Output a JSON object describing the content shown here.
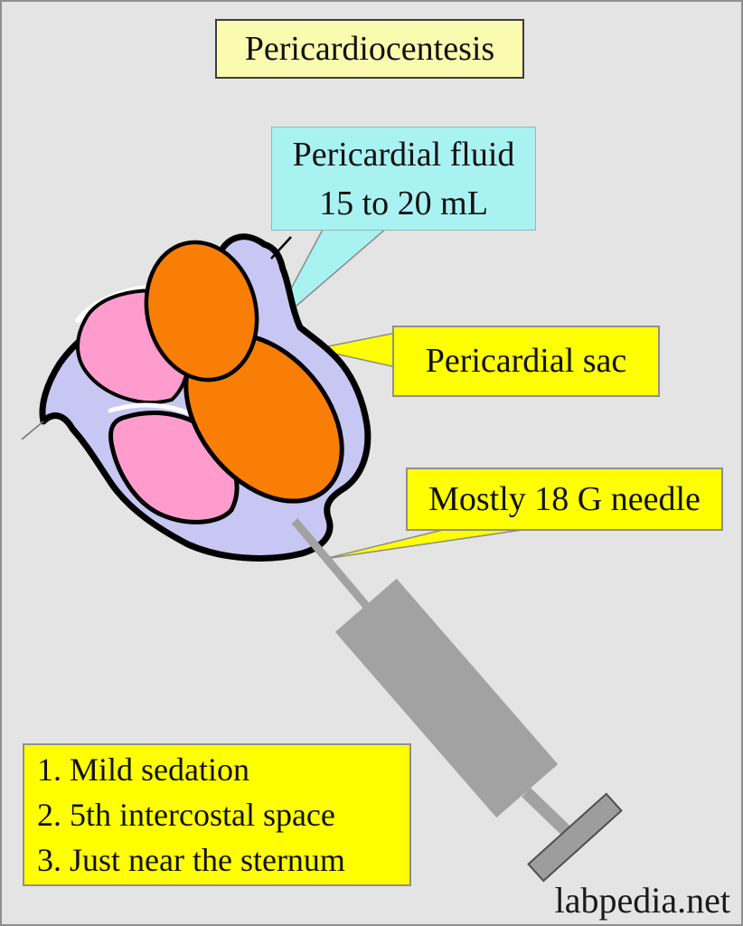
{
  "title": "Pericardiocentesis",
  "callouts": {
    "fluid": {
      "line1": "Pericardial fluid",
      "line2": "15 to 20 mL"
    },
    "sac": {
      "label": "Pericardial sac"
    },
    "needle": {
      "label": "Mostly 18 G needle"
    }
  },
  "procedure_notes": {
    "items": [
      "1. Mild sedation",
      "2. 5th intercostal space",
      "3. Just near the sternum"
    ]
  },
  "watermark": "labpedia.net",
  "colors": {
    "background": "#E4E4E4",
    "title_box_fill": "#FBFBAF",
    "callout_yellow": "#FFFF00",
    "callout_cyan": "#A8F2F2",
    "pericardial_sac_fill": "#C8C6F2",
    "heart_pink": "#FF9CCE",
    "heart_orange": "#F87E05",
    "outline_black": "#000000",
    "syringe_gray": "#A2A2A2",
    "watermark_text": "#1A1A1A"
  }
}
